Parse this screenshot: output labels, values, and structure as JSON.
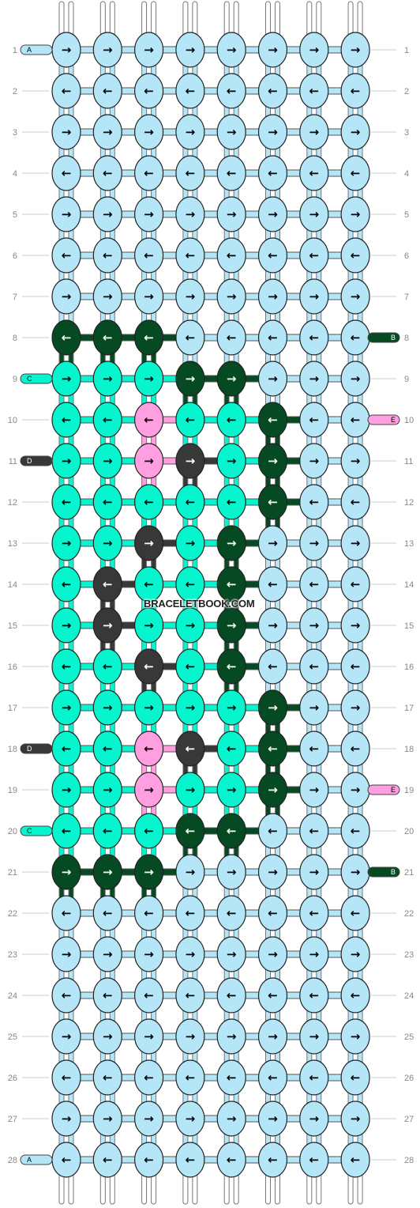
{
  "pattern": {
    "columns": 8,
    "rows": 28,
    "colors": {
      "A": "#b4e6f8",
      "B": "#054a22",
      "C": "#06f5cf",
      "D": "#383838",
      "E": "#ff9fe0"
    },
    "grid": [
      "AAAAAAAA",
      "AAAAAAAA",
      "AAAAAAAA",
      "AAAAAAAA",
      "AAAAAAAA",
      "AAAAAAAA",
      "AAAAAAAA",
      "BBBAAAAA",
      "CCCBBAAA",
      "CCECCBAA",
      "CCEDCBAA",
      "CCCCCBAA",
      "CCDCBAAA",
      "CDCCBAAA",
      "CDCCBAAA",
      "CCDCBAAA",
      "CCCCCBAA",
      "CCEDCBAA",
      "CCECCBAA",
      "CCCBBAAA",
      "BBBAAAAA",
      "AAAAAAAA",
      "AAAAAAAA",
      "AAAAAAAA",
      "AAAAAAAA",
      "AAAAAAAA",
      "AAAAAAAA",
      "AAAAAAAA"
    ],
    "directions": [
      "RRRRRRRR",
      "LLLLLLLL",
      "RRRRRRRR",
      "LLLLLLLL",
      "RRRRRRRR",
      "LLLLLLLL",
      "RRRRRRRR",
      "LLLLLLLL",
      "RRRRRRRR",
      "LLLLLLLL",
      "RRRRRRRR",
      "LLLLLLLL",
      "RRRRRRRR",
      "LLLLLLLL",
      "RRRRRRRR",
      "LLLLLLLL",
      "RRRRRRRR",
      "LLLLLLLL",
      "RRRRRRRR",
      "LLLLLLLL",
      "RRRRRRRR",
      "LLLLLLLL",
      "RRRRRRRR",
      "LLLLLLLL",
      "RRRRRRRR",
      "LLLLLLLL",
      "RRRRRRRR",
      "LLLLLLLL"
    ],
    "strand_tags": [
      {
        "row": 1,
        "side": "left",
        "letter": "A",
        "color": "A"
      },
      {
        "row": 28,
        "side": "left",
        "letter": "A",
        "color": "A"
      },
      {
        "row": 8,
        "side": "right",
        "letter": "B",
        "color": "B"
      },
      {
        "row": 21,
        "side": "right",
        "letter": "B",
        "color": "B"
      },
      {
        "row": 9,
        "side": "left",
        "letter": "C",
        "color": "C"
      },
      {
        "row": 20,
        "side": "left",
        "letter": "C",
        "color": "C"
      },
      {
        "row": 11,
        "side": "left",
        "letter": "D",
        "color": "D"
      },
      {
        "row": 18,
        "side": "left",
        "letter": "D",
        "color": "D"
      },
      {
        "row": 10,
        "side": "right",
        "letter": "E",
        "color": "E"
      },
      {
        "row": 19,
        "side": "right",
        "letter": "E",
        "color": "E"
      }
    ],
    "arrows": {
      "R": "→",
      "L": "←"
    },
    "watermark": "BRACELETBOOK.COM"
  }
}
